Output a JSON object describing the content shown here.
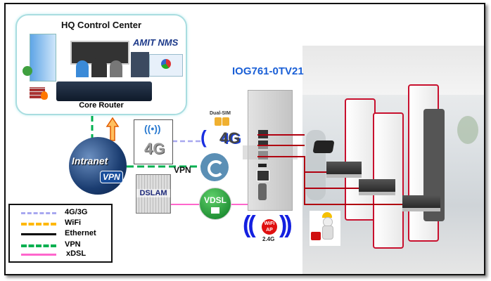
{
  "hq": {
    "title": "HQ Control Center",
    "nms_label": "AMIT NMS",
    "router_label": "Core Router"
  },
  "device": {
    "model": "IOG761-0TV21"
  },
  "network": {
    "intranet_label": "Intranet",
    "vpn_badge": "VPN",
    "vpn_line_label": "VPN",
    "tower_label": "4G",
    "dual_sim_label": "Dual-SIM",
    "lte_label": "4G",
    "dslam_label": "DSLAM",
    "vdsl_label": "VDSL",
    "wifi_label": "WiFi",
    "ap_label": "AP",
    "band_label": "2.4G"
  },
  "legend": [
    {
      "label": "4G/3G",
      "color": "#a8a8f0",
      "style": "dashed"
    },
    {
      "label": "WiFi",
      "color": "#ffb800",
      "style": "dashed"
    },
    {
      "label": "Ethernet",
      "color": "#000000",
      "style": "solid"
    },
    {
      "label": "VPN",
      "color": "#00b050",
      "style": "dashed"
    },
    {
      "label": "xDSL",
      "color": "#ff66cc",
      "style": "solid"
    }
  ]
}
